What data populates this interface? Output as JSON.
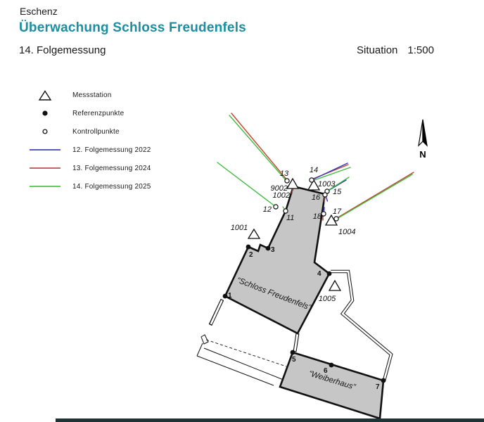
{
  "header": {
    "locality": "Eschenz",
    "title": "Überwachung Schloss Freudenfels",
    "measurement": "14. Folgemessung",
    "situation_label": "Situation",
    "scale": "1:500"
  },
  "legend": {
    "items": [
      {
        "symbol": "triangle",
        "label": "Messstation"
      },
      {
        "symbol": "filled-circle",
        "label": "Referenzpunkte"
      },
      {
        "symbol": "open-circle",
        "label": "Kontrollpunkte"
      },
      {
        "symbol": "line",
        "label": "12. Folgemessung 2022",
        "color": "#5a5ab8"
      },
      {
        "symbol": "line",
        "label": "13. Folgemessung 2024",
        "color": "#c06464"
      },
      {
        "symbol": "line",
        "label": "14. Folgemessung 2025",
        "color": "#62c862"
      }
    ]
  },
  "map": {
    "north_label": "N",
    "buildings": [
      {
        "name": "“Schloss Freudenfels”"
      },
      {
        "name": "“Weiberhaus”"
      }
    ],
    "stations": [
      {
        "label": "1001"
      },
      {
        "label": "9002"
      },
      {
        "label": "1002"
      },
      {
        "label": "1003"
      },
      {
        "label": "1004"
      },
      {
        "label": "1005"
      }
    ],
    "control_points": [
      "11",
      "12",
      "13",
      "14",
      "15",
      "16",
      "17",
      "18"
    ],
    "reference_points": [
      "1",
      "2",
      "3",
      "4",
      "5",
      "6",
      "7"
    ]
  },
  "colors": {
    "title_teal": "#1b8f9f",
    "building_fill": "#c6c6c6",
    "vector_blue": "#3434bb",
    "vector_red": "#c44430",
    "vector_green": "#3fbc3f",
    "footer_bar": "#203338"
  }
}
